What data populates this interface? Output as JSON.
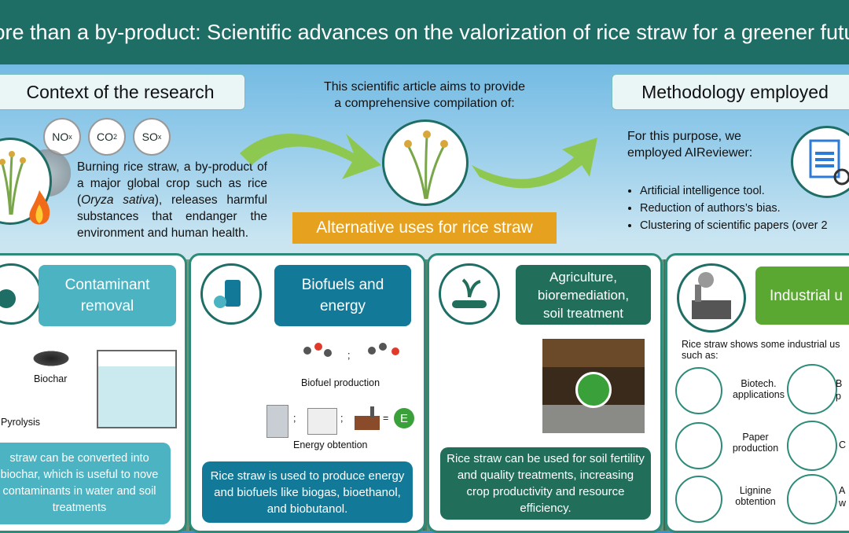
{
  "title": "ore than a by-product: Scientific advances on the valorization of rice straw for a greener futu",
  "context": {
    "header": "Context of the research",
    "chemicals": [
      "NOx",
      "CO2",
      "SOx"
    ],
    "text_before": "Burning rice straw, a by-product of a major global crop such as rice (",
    "text_italic": "Oryza sativa",
    "text_after": "), releases harmful substances that endanger the environment and human health."
  },
  "aim": {
    "line1": "This scientific article aims to provide",
    "line2": "a comprehensive compilation of:"
  },
  "methodology": {
    "header": "Methodology employed",
    "intro1": "For this purpose, we",
    "intro2": "employed AIReviewer:",
    "bullets": [
      "Artificial intelligence tool.",
      "Reduction of authors’s bias.",
      "Clustering of scientific papers (over 2"
    ]
  },
  "alt_uses": "Alternative uses for rice straw",
  "panels": {
    "contaminant": {
      "title": "Contaminant removal",
      "labels": {
        "biochar": "Biochar",
        "pyrolysis": "Pyrolysis"
      },
      "summary": "straw can be converted into biochar, which is useful to nove contaminants in water and soil treatments"
    },
    "biofuels": {
      "title": "Biofuels and energy",
      "labels": {
        "sep1": ";",
        "sep2": ";",
        "sep3": ";",
        "eq": "=",
        "e": "E",
        "biofuel": "Biofuel production",
        "energy": "Energy obtention"
      },
      "summary": "Rice straw is used to produce energy and biofuels like biogas, bioethanol, and biobutanol."
    },
    "agriculture": {
      "title": "Agriculture, bioremediation, soil treatment",
      "summary": "Rice straw can be used for soil fertility and quality treatments, increasing crop productivity and resource efficiency."
    },
    "industrial": {
      "title": "Industrial u",
      "intro1": "Rice straw shows some industrial us",
      "intro2": "such as:",
      "items": [
        "Biotech. applications",
        "Paper production",
        "Lignine obtention"
      ],
      "right_items": [
        "B",
        "p",
        "C",
        "A",
        "w"
      ]
    }
  },
  "colors": {
    "title_bar": "#1e6e66",
    "contaminant": "#4bb3c2",
    "biofuels": "#127a98",
    "agriculture": "#216f5a",
    "industrial": "#5aa832",
    "banner": "#e6a21e"
  }
}
